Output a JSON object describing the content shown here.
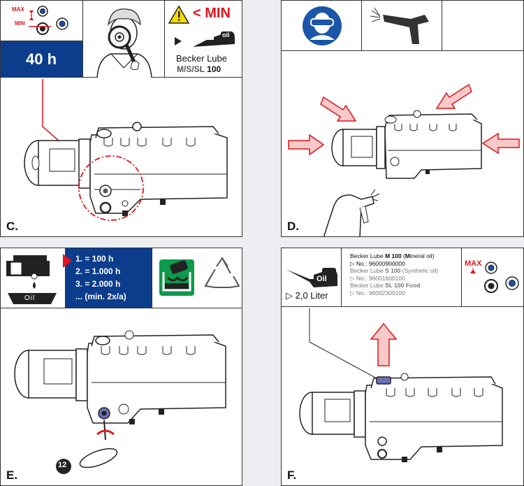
{
  "colors": {
    "red": "#e0141b",
    "blue": "#0b3d8c",
    "arrow_fill": "#f7c9c9"
  },
  "panelC": {
    "max_label": "MAX",
    "min_label": "MIN",
    "hours": "40 h",
    "warning": "< MIN",
    "lube_name": "Becker Lube",
    "lube_grades": "M/S/SL",
    "lube_grade_num": "100",
    "oil_word": "oil",
    "step": "C."
  },
  "panelD": {
    "step": "D."
  },
  "panelE": {
    "oil_label": "Oil",
    "intervals": [
      "1. = 100 h",
      "2. = 1.000 h",
      "3. = 2.000 h",
      "...     (min. 2x/a)"
    ],
    "callout": "12",
    "step": "E."
  },
  "panelF": {
    "oil_label": "Oil",
    "volume": "▷ 2,0 Liter",
    "products": [
      {
        "name_pre": "Becker Lube ",
        "name_bold": "M 100",
        "name_post": " (",
        "name_bold2": "M",
        "name_post2": "ineral oil)",
        "num": "▷ No.: 96000900000",
        "grey": false
      },
      {
        "name_pre": "Becker Lube ",
        "name_bold": "S 100",
        "name_post": " (Synthetic oil)",
        "name_bold2": "",
        "name_post2": "",
        "num": "▷ No.: 96001600100",
        "grey": true
      },
      {
        "name_pre": "Becker Lube ",
        "name_bold": "SL 100 Food",
        "name_post": "",
        "name_bold2": "",
        "name_post2": "",
        "num": "▷ No.: 96002300100",
        "grey": true
      }
    ],
    "max_label": "MAX",
    "step": "F."
  }
}
